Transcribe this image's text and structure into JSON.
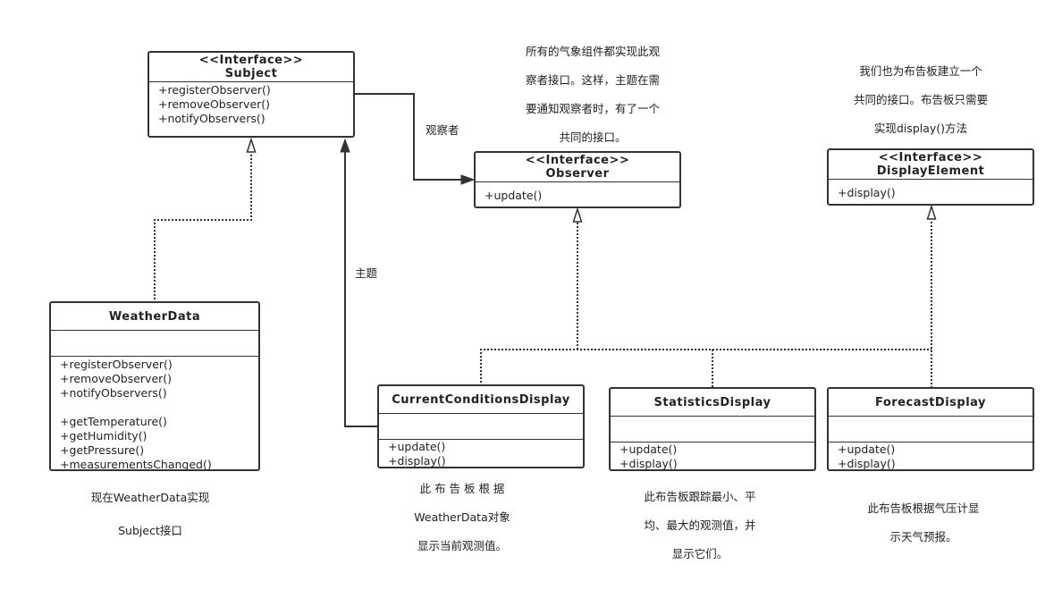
{
  "classes": {
    "subject": {
      "stereotype": "<<Interface>>",
      "name": "Subject",
      "methods": [
        "+registerObserver()",
        "+removeObserver()",
        "+notifyObservers()"
      ]
    },
    "observer": {
      "stereotype": "<<Interface>>",
      "name": "Observer",
      "methods": [
        "+update()"
      ]
    },
    "display_element": {
      "stereotype": "<<Interface>>",
      "name": "DisplayElement",
      "methods": [
        "+display()"
      ]
    },
    "weather_data": {
      "name": "WeatherData",
      "methods": [
        "+registerObserver()",
        "+removeObserver()",
        "+notifyObservers()"
      ],
      "methods2": [
        "+getTemperature()",
        "+getHumidity()",
        "+getPressure()",
        "+measurementsChanged()"
      ]
    },
    "current_conditions": {
      "name": "CurrentConditionsDisplay",
      "methods": [
        "+update()",
        "+display()"
      ]
    },
    "statistics": {
      "name": "StatisticsDisplay",
      "methods": [
        "+update()",
        "+display()"
      ]
    },
    "forecast": {
      "name": "ForecastDisplay",
      "methods": [
        "+update()",
        "+display()"
      ]
    }
  },
  "edge_labels": {
    "observers": "观察者",
    "subject": "主题"
  },
  "notes": {
    "observer_note": [
      "所有的气象组件都实现此观",
      "察者接口。这样，主题在需",
      "要通知观察者时，有了一个",
      "共同的接口。"
    ],
    "display_note": [
      "我们也为布告板建立一个",
      "共同的接口。布告板只需要",
      "实现display()方法"
    ],
    "weather_note": [
      "现在WeatherData实现",
      "Subject接口"
    ],
    "current_note": [
      "此 布 告 板 根 据",
      "WeatherData对象",
      "显示当前观测值。"
    ],
    "statistics_note": [
      "此布告板跟踪最小、平",
      "均、最大的观测值，并",
      "显示它们。"
    ],
    "forecast_note": [
      "此布告板根据气压计显",
      "示天气预报。"
    ]
  }
}
